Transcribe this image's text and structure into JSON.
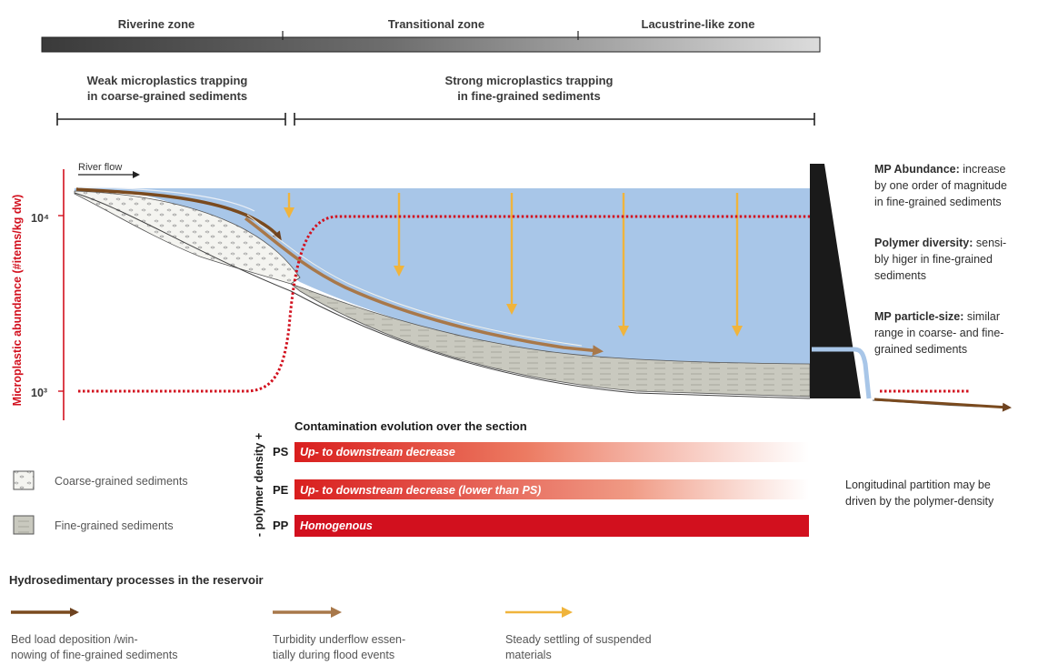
{
  "zones": {
    "riverine": "Riverine zone",
    "transitional": "Transitional zone",
    "lacustrine": "Lacustrine-like zone"
  },
  "trapping": {
    "weak_line1": "Weak microplastics trapping",
    "weak_line2": "in coarse-grained sediments",
    "strong_line1": "Strong microplastics trapping",
    "strong_line2": "in fine-grained sediments"
  },
  "y_axis": {
    "label": "Microplastic abundance (#items/kg dw)",
    "tick_high": "10⁴",
    "tick_low": "10³"
  },
  "river_flow": "River flow",
  "info": {
    "abundance_title": "MP Abundance:",
    "abundance_line1_rest": " increase",
    "abundance_line2": "by one order of magnitude",
    "abundance_line3": "in fine-grained sediments",
    "diversity_title": "Polymer diversity:",
    "diversity_line1_rest": " sensi-",
    "diversity_line2": "bly higer in fine-grained",
    "diversity_line3": "sediments",
    "size_title": "MP particle-size:",
    "size_line1_rest": " similar",
    "size_line2": "range in coarse- and fine-",
    "size_line3": "grained sediments"
  },
  "contamination": {
    "title": "Contamination evolution over the section",
    "density_axis": "- polymer density +",
    "rows": [
      {
        "polymer": "PS",
        "text": "Up- to downstream decrease"
      },
      {
        "polymer": "PE",
        "text": "Up- to downstream decrease (lower than PS)"
      },
      {
        "polymer": "PP",
        "text": "Homogenous"
      }
    ],
    "note_line1": "Longitudinal partition may be",
    "note_line2": "driven by the polymer-density"
  },
  "legend": {
    "coarse": "Coarse-grained sediments",
    "fine": "Fine-grained sediments"
  },
  "processes": {
    "title": "Hydrosedimentary processes in the reservoir",
    "bed_line1": "Bed load deposition /win-",
    "bed_line2": "nowing of fine-grained sediments",
    "turb_line1": "Turbidity underflow essen-",
    "turb_line2": "tially during flood events",
    "settle_line1": "Steady settling of suspended",
    "settle_line2": "materials"
  },
  "colors": {
    "water": "#a8c6e8",
    "red": "#d2101e",
    "dark_arrow": "#7a4a1e",
    "turbidity_arrow": "#a8784a",
    "settling_arrow": "#f0b43c",
    "fine_sediment": "#c9c9bf",
    "dam": "#1a1a1a"
  }
}
